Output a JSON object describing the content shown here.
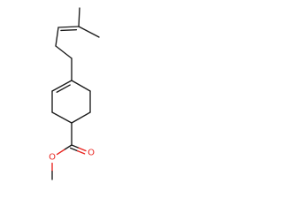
{
  "molecule": {
    "atoms": [
      {
        "id": "c_me1",
        "element": "C",
        "label": ""
      },
      {
        "id": "c_dbl",
        "element": "C",
        "label": ""
      },
      {
        "id": "c_me2",
        "element": "C",
        "label": ""
      },
      {
        "id": "c_vin",
        "element": "C",
        "label": ""
      },
      {
        "id": "c_ch2a",
        "element": "C",
        "label": ""
      },
      {
        "id": "c_ch2b",
        "element": "C",
        "label": ""
      },
      {
        "id": "c_r1",
        "element": "C",
        "label": ""
      },
      {
        "id": "c_r2",
        "element": "C",
        "label": ""
      },
      {
        "id": "c_r3",
        "element": "C",
        "label": ""
      },
      {
        "id": "c_r4",
        "element": "C",
        "label": ""
      },
      {
        "id": "c_r5",
        "element": "C",
        "label": ""
      },
      {
        "id": "c_r6",
        "element": "C",
        "label": ""
      },
      {
        "id": "c_co",
        "element": "C",
        "label": ""
      },
      {
        "id": "o_dbl",
        "element": "O",
        "label": "O"
      },
      {
        "id": "o_est",
        "element": "O",
        "label": "O"
      },
      {
        "id": "c_ome",
        "element": "C",
        "label": ""
      }
    ],
    "bonds": [
      {
        "from": "c_me1",
        "to": "c_dbl",
        "order": 1
      },
      {
        "from": "c_dbl",
        "to": "c_me2",
        "order": 1
      },
      {
        "from": "c_dbl",
        "to": "c_vin",
        "order": 2
      },
      {
        "from": "c_vin",
        "to": "c_ch2a",
        "order": 1
      },
      {
        "from": "c_ch2a",
        "to": "c_ch2b",
        "order": 1
      },
      {
        "from": "c_ch2b",
        "to": "c_r1",
        "order": 1
      },
      {
        "from": "c_r1",
        "to": "c_r2",
        "order": 2
      },
      {
        "from": "c_r2",
        "to": "c_r3",
        "order": 1
      },
      {
        "from": "c_r3",
        "to": "c_r4",
        "order": 1
      },
      {
        "from": "c_r4",
        "to": "c_r5",
        "order": 1
      },
      {
        "from": "c_r5",
        "to": "c_r6",
        "order": 1
      },
      {
        "from": "c_r6",
        "to": "c_r1",
        "order": 1
      },
      {
        "from": "c_r4",
        "to": "c_co",
        "order": 1
      },
      {
        "from": "c_co",
        "to": "o_dbl",
        "order": 2
      },
      {
        "from": "c_co",
        "to": "o_est",
        "order": 1
      },
      {
        "from": "o_est",
        "to": "c_ome",
        "order": 1
      }
    ]
  },
  "colors": {
    "bond": "#1a1a1a",
    "oxygen": "#e8231e",
    "background": "#ffffff"
  }
}
